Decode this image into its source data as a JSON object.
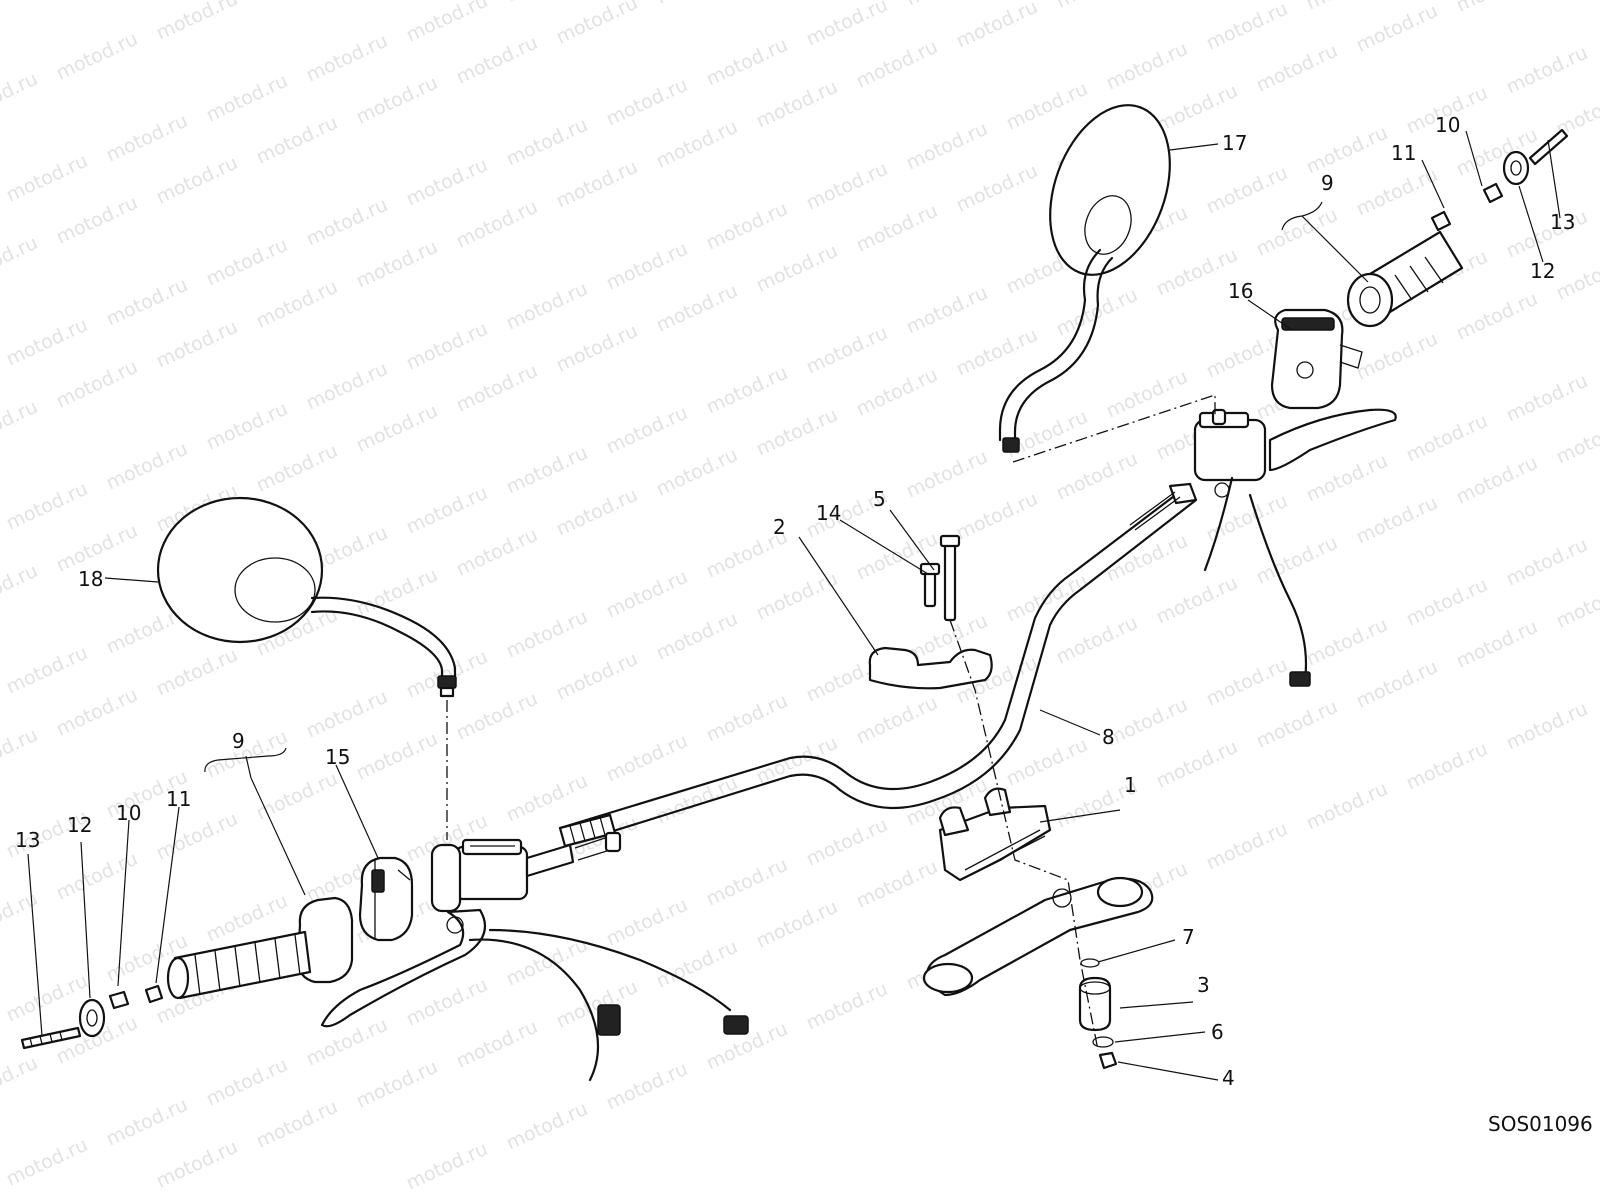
{
  "watermark": "motod.ru",
  "drawing_code": "SOS01096",
  "callouts": [
    {
      "id": "c1",
      "label": "1"
    },
    {
      "id": "c2",
      "label": "2"
    },
    {
      "id": "c3",
      "label": "3"
    },
    {
      "id": "c4",
      "label": "4"
    },
    {
      "id": "c5",
      "label": "5"
    },
    {
      "id": "c6",
      "label": "6"
    },
    {
      "id": "c7",
      "label": "7"
    },
    {
      "id": "c8",
      "label": "8"
    },
    {
      "id": "c9l",
      "label": "9"
    },
    {
      "id": "c9r",
      "label": "9"
    },
    {
      "id": "c10l",
      "label": "10"
    },
    {
      "id": "c10r",
      "label": "10"
    },
    {
      "id": "c11l",
      "label": "11"
    },
    {
      "id": "c11r",
      "label": "11"
    },
    {
      "id": "c12l",
      "label": "12"
    },
    {
      "id": "c12r",
      "label": "12"
    },
    {
      "id": "c13l",
      "label": "13"
    },
    {
      "id": "c13r",
      "label": "13"
    },
    {
      "id": "c14",
      "label": "14"
    },
    {
      "id": "c15",
      "label": "15"
    },
    {
      "id": "c16",
      "label": "16"
    },
    {
      "id": "c17",
      "label": "17"
    },
    {
      "id": "c18",
      "label": "18"
    }
  ]
}
